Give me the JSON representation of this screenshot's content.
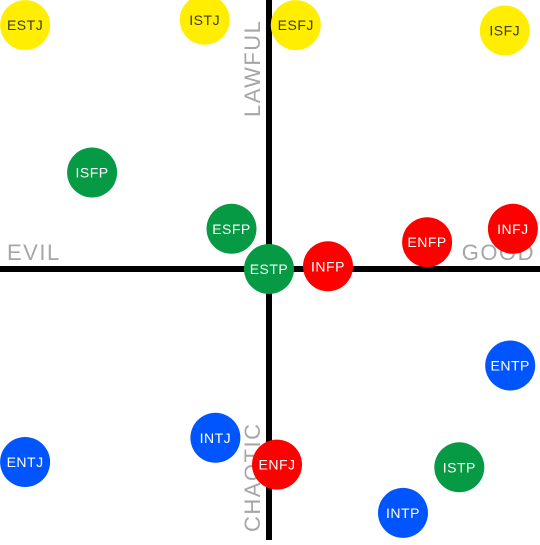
{
  "colors": {
    "background": "#ffffff",
    "axis": "#000000",
    "axis_label": "#a6a6a6",
    "yellow": "#ffee00",
    "green": "#079a45",
    "red": "#ff0000",
    "blue": "#0055ff"
  },
  "axes": {
    "top": "LAWFUL",
    "bottom": "CHAOTIC",
    "left": "EVIL",
    "right": "GOOD"
  },
  "chart_data": {
    "type": "scatter",
    "x_axis": {
      "negative": "EVIL",
      "positive": "GOOD",
      "range": [
        -1,
        1
      ]
    },
    "y_axis": {
      "negative": "CHAOTIC",
      "positive": "LAWFUL",
      "range": [
        -1,
        1
      ]
    },
    "points": [
      {
        "label": "ESTJ",
        "x": -0.91,
        "y": 0.91,
        "color": "#ffee00"
      },
      {
        "label": "ISTJ",
        "x": -0.24,
        "y": 0.93,
        "color": "#ffee00"
      },
      {
        "label": "ESFJ",
        "x": 0.1,
        "y": 0.91,
        "color": "#ffee00"
      },
      {
        "label": "ISFJ",
        "x": 0.88,
        "y": 0.89,
        "color": "#ffee00"
      },
      {
        "label": "ISFP",
        "x": -0.66,
        "y": 0.36,
        "color": "#079a45"
      },
      {
        "label": "ESFP",
        "x": -0.14,
        "y": 0.15,
        "color": "#079a45"
      },
      {
        "label": "ESTP",
        "x": 0.0,
        "y": 0.0,
        "color": "#079a45"
      },
      {
        "label": "INFP",
        "x": 0.22,
        "y": 0.01,
        "color": "#ff0000"
      },
      {
        "label": "ENFP",
        "x": 0.59,
        "y": 0.1,
        "color": "#ff0000"
      },
      {
        "label": "INFJ",
        "x": 0.91,
        "y": 0.15,
        "color": "#ff0000"
      },
      {
        "label": "ENTP",
        "x": 0.9,
        "y": -0.36,
        "color": "#0055ff"
      },
      {
        "label": "INTJ",
        "x": -0.2,
        "y": -0.63,
        "color": "#0055ff"
      },
      {
        "label": "ENFJ",
        "x": 0.03,
        "y": -0.73,
        "color": "#ff0000"
      },
      {
        "label": "ENTJ",
        "x": -0.91,
        "y": -0.72,
        "color": "#0055ff"
      },
      {
        "label": "ISTP",
        "x": 0.71,
        "y": -0.74,
        "color": "#079a45"
      },
      {
        "label": "INTP",
        "x": 0.5,
        "y": -0.91,
        "color": "#0055ff"
      }
    ]
  }
}
